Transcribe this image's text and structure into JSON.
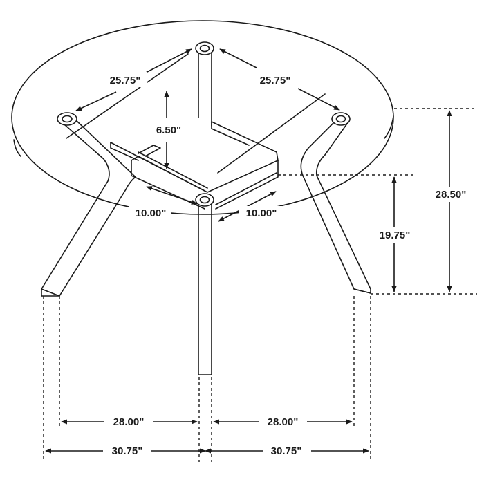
{
  "diagram": {
    "colors": {
      "line": "#1a1a1a",
      "background": "#ffffff"
    },
    "dimensions": {
      "leg_span_left": "25.75\"",
      "leg_span_right": "25.75\"",
      "frame_depth": "6.50\"",
      "frame_arm_left": "10.00\"",
      "frame_arm_right": "10.00\"",
      "overall_height": "28.50\"",
      "leg_height_below_top": "19.75\"",
      "inner_width_left": "28.00\"",
      "inner_width_right": "28.00\"",
      "outer_width_left": "30.75\"",
      "outer_width_right": "30.75\""
    }
  }
}
